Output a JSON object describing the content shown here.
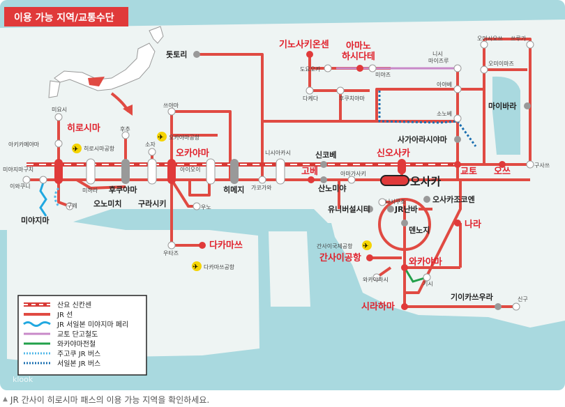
{
  "title": "이용 가능 지역/교통수단",
  "caption": "JR 간사이 히로시마 패스의 이용 가능 지역을 확인하세요.",
  "watermark": "klook",
  "colors": {
    "sea": "#a9d9df",
    "land": "#eef4f3",
    "title_bg": "#e03a3a",
    "jr_line": "#e04a42",
    "shinkansen": "#d83a36",
    "ferry": "#21a8e0",
    "tango": "#2f86c8",
    "wakayama_railway": "#22a04a",
    "chugoku_bus": "#53b8e8",
    "nishinihon_bus": "#1b6fb0",
    "major_label": "#e0202b"
  },
  "stations": {
    "osaka": "오사카",
    "shin_osaka": "신오사카",
    "kobe": "고베",
    "sannomiya": "산노미야",
    "shin_kobe": "신코베",
    "himeji": "히메지",
    "okayama": "오카야마",
    "kurashiki": "구라시키",
    "fukuyama": "후쿠야마",
    "onomichi": "오노미치",
    "hiroshima": "히로시마",
    "miyajima": "미야지마",
    "kyoto": "교토",
    "otsu": "오쓰",
    "nara": "나라",
    "wakayama": "와카야마",
    "shirahama": "시라하마",
    "kansai_airport": "간사이공항",
    "kinosaki_onsen": "기노사키온센",
    "amanohashidate": "아마노\n하시다테",
    "tsuruga": "쓰루가",
    "maibara": "마이바라",
    "tottori": "돗토리",
    "takamatsu": "다카마쓰",
    "tennoji": "덴노지",
    "jr_namba": "JR난바",
    "universal_city": "유니버설시티",
    "osakajo_koen": "오사카조코엔",
    "sagano": "사가아라시야마",
    "kii_katsuura": "기이카쓰우라",
    "miyoshi": "미요시",
    "akikameyama": "아키카메야마",
    "miyajimaguchi": "미야지마구치",
    "iwakuni": "이와쿠니",
    "mihara": "미하라",
    "kure": "구레",
    "fukuyama_shinkansen_label": "후추",
    "soja": "소자",
    "tsuyama": "쓰야마",
    "aioi": "아이오이",
    "uno": "우노",
    "utazu": "우타즈",
    "kakogawa": "가코가와",
    "nishiakashi": "니시아카시",
    "amagasaki": "아마가사키",
    "fukuchiyama": "후쿠치야마",
    "toyooka": "도요오카",
    "miyazu": "미야즈",
    "ayabe": "아야베",
    "sonobe": "소노베",
    "omi_imazu": "오미이마즈",
    "omi_shiotsu": "오미시오쓰",
    "nishi_maizuru": "니시\n마이즈루",
    "takeda": "다케다",
    "kusatsu": "구사쓰",
    "shingu": "신구",
    "kishi": "기시",
    "wakayamashi": "와카야마시",
    "nishikujo": "니시쿠조",
    "rinku": "간사이국제공항"
  },
  "airports": {
    "hiroshima": "히로시마공항",
    "okayama": "오카야마공항",
    "takamatsu": "다카마쓰공항",
    "kansai": "간사이국제공항"
  },
  "legend": [
    {
      "key": "shinkansen",
      "label": "산요 신칸센"
    },
    {
      "key": "jr_line",
      "label": "JR 선"
    },
    {
      "key": "ferry",
      "label": "JR 서일본 미야지마 페리"
    },
    {
      "key": "tango",
      "label": "교토 단고철도"
    },
    {
      "key": "wakayama_railway",
      "label": "와카야마전철"
    },
    {
      "key": "chugoku_bus",
      "label": "주고쿠 JR 버스"
    },
    {
      "key": "nishinihon_bus",
      "label": "서일본 JR 버스"
    }
  ]
}
